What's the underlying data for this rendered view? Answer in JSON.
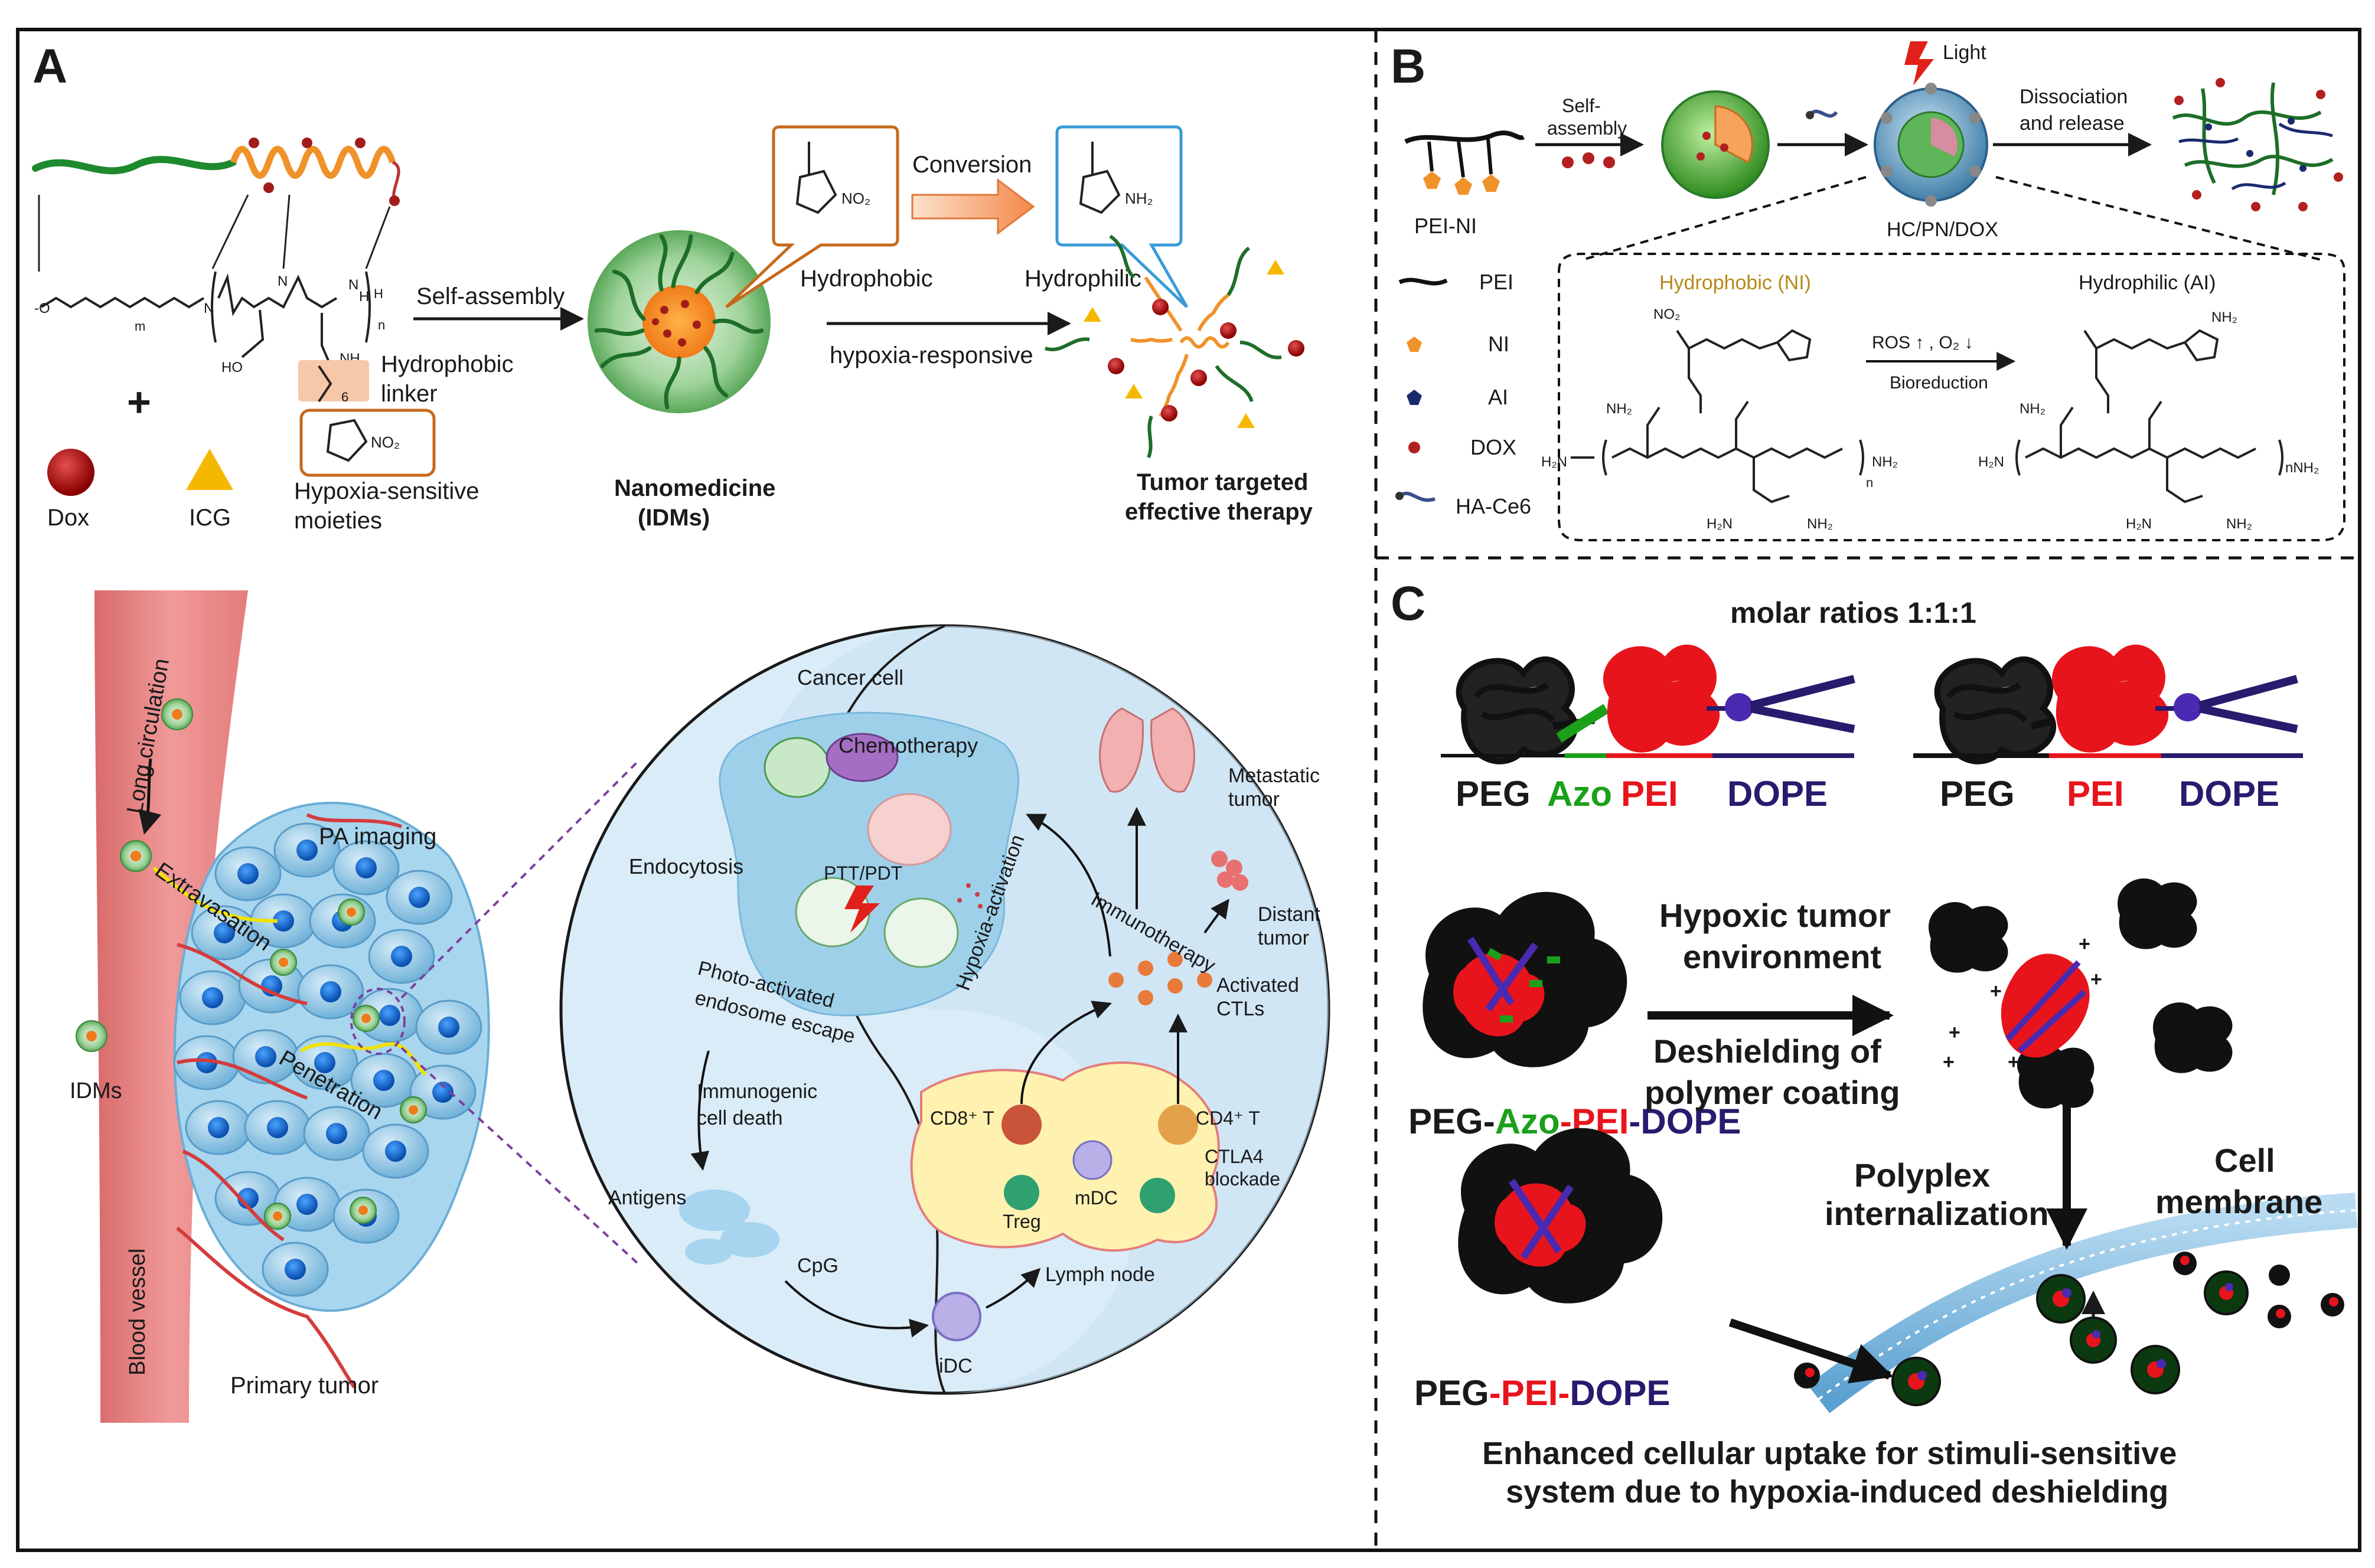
{
  "panels": {
    "a": "A",
    "b": "B",
    "c": "C"
  },
  "panel_a": {
    "self_assembly": "Self-assembly",
    "conversion": "Conversion",
    "hydrophobic": "Hydrophobic",
    "hydrophilic": "Hydrophilic",
    "hypoxia_responsive": "hypoxia-responsive",
    "hydrophobic_linker": [
      "Hydrophobic",
      "linker"
    ],
    "hypoxia_sensitive": [
      "Hypoxia-sensitive",
      "moieties"
    ],
    "dox": "Dox",
    "icg": "ICG",
    "plus": "+",
    "nanomedicine": [
      "Nanomedicine",
      "(IDMs)"
    ],
    "tumor_targeted": [
      "Tumor targeted",
      "effective therapy"
    ],
    "no2": "NO₂",
    "nh2": "NH₂",
    "chem_m": "m",
    "chem_n": "n",
    "chem_ho": "HO",
    "chem_nh": "NH",
    "chem_6": "6",
    "blood_vessel": "Blood vessel",
    "long_circulation": "Long circulation",
    "extravasation": "Extravasation",
    "penetration": "Penetration",
    "pa_imaging": "PA imaging",
    "idms": "IDMs",
    "primary_tumor": "Primary tumor",
    "cancer_cell": "Cancer cell",
    "chemotherapy": "Chemotherapy",
    "endocytosis": "Endocytosis",
    "ptt_pdt": "PTT/PDT",
    "hypoxia_activation": "Hypoxia-activation",
    "photo_escape": [
      "Photo-activated",
      "endosome escape"
    ],
    "immunogenic": [
      "Immunogenic",
      "cell death"
    ],
    "antigens": "Antigens",
    "cpg": "CpG",
    "idc": "iDC",
    "lymph_node": "Lymph node",
    "immunotherapy": "Immunotherapy",
    "metastatic": [
      "Metastatic",
      "tumor"
    ],
    "distant": [
      "Distant",
      "tumor"
    ],
    "activated_ctls": [
      "Activated",
      "CTLs"
    ],
    "cd8": "CD8⁺ T",
    "cd4": "CD4⁺ T",
    "treg": "Treg",
    "mdc": "mDC",
    "ctla4": [
      "CTLA4",
      "blockade"
    ]
  },
  "panel_b": {
    "light": "Light",
    "self_assembly": [
      "Self-",
      "assembly"
    ],
    "dissociation": [
      "Dissociation",
      "and release"
    ],
    "pei_ni": "PEI-NI",
    "hc_pn_dox": "HC/PN/DOX",
    "legend": [
      "PEI",
      "NI",
      "AI",
      "DOX",
      "HA-Ce6"
    ],
    "hydrophobic_ni": "Hydrophobic (NI)",
    "hydrophilic_ai": "Hydrophilic (AI)",
    "ros_o2": "ROS ↑ , O₂ ↓",
    "bioreduction": "Bioreduction",
    "chem_no2": "NO₂",
    "chem_nh2": "NH₂",
    "chem_h2n": "H₂N",
    "chem_n": "n",
    "chem_nh2_end": "NH₂",
    "chem_nh2_end2": "nNH₂"
  },
  "panel_c": {
    "molar_ratios": "molar ratios 1:1:1",
    "peg": "PEG",
    "azo": "Azo",
    "pei": "PEI",
    "dope": "DOPE",
    "hypoxic_env": [
      "Hypoxic tumor",
      "environment"
    ],
    "deshielding": [
      "Deshielding of",
      "polymer coating"
    ],
    "peg_azo_pei_dope": {
      "peg": "PEG-",
      "azo": "Azo",
      "pei": "-PEI",
      "dope": "-DOPE"
    },
    "peg_pei_dope": {
      "peg": "PEG",
      "pei": "-PEI-",
      "dope": "DOPE"
    },
    "polyplex": [
      "Polyplex",
      "internalization"
    ],
    "cell_membrane": [
      "Cell",
      "membrane"
    ],
    "enhanced": [
      "Enhanced cellular uptake for stimuli-sensitive",
      "system due to hypoxia-induced deshielding"
    ]
  },
  "colors": {
    "peg_black": "#111111",
    "azo_green": "#1aa01a",
    "pei_red": "#e8141c",
    "dope_navy": "#2a1a6e",
    "vessel": "#e57c7c",
    "cell_blue": "#8fc6e6",
    "orange_chain": "#f0922a",
    "green_chain": "#1e8a2e"
  }
}
